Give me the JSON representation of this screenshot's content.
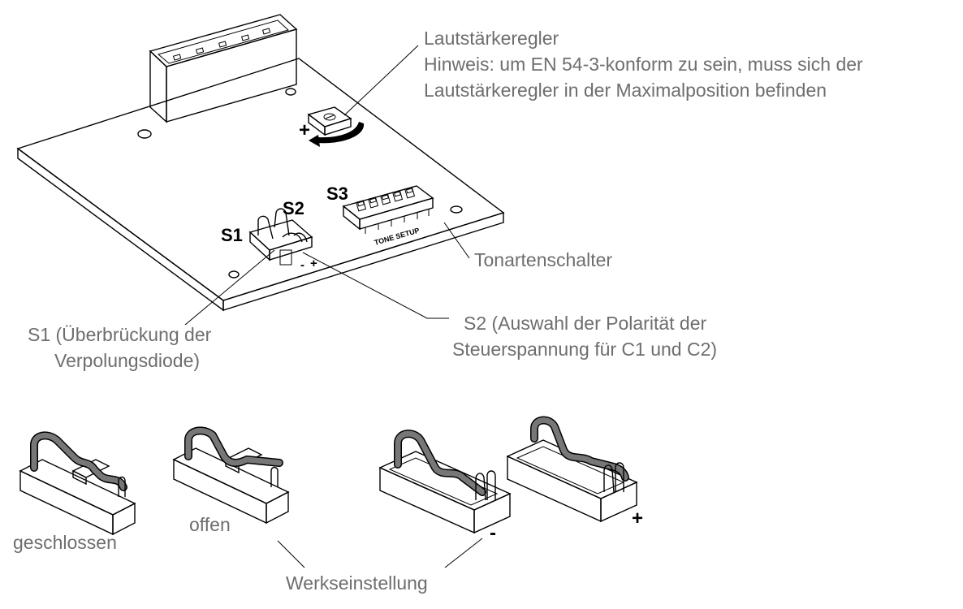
{
  "labels": {
    "volume_title": "Lautstärkeregler",
    "volume_note_1": "Hinweis: um EN 54-3-konform zu sein, muss sich der",
    "volume_note_2": "Lautstärkeregler in der Maximalposition befinden",
    "tone_switch": "Tonartenschalter",
    "s1_line1": "S1 (Überbrückung der",
    "s1_line2": "Verpolungsdiode)",
    "s2_line1": "S2 (Auswahl der Polarität der",
    "s2_line2": "Steuerspannung für C1 und C2)",
    "closed": "geschlossen",
    "open": "offen",
    "factory_setting": "Werkseinstellung"
  },
  "board": {
    "s1": "S1",
    "s2": "S2",
    "s3": "S3",
    "tone_setup": "TONE SETUP",
    "minus": "-",
    "plus": "+",
    "knob_plus": "+"
  },
  "jumpers": {
    "minus": "-",
    "plus": "+"
  },
  "colors": {
    "callout_text": "#6e6e6e",
    "line": "#000000",
    "wire": "#777777"
  }
}
